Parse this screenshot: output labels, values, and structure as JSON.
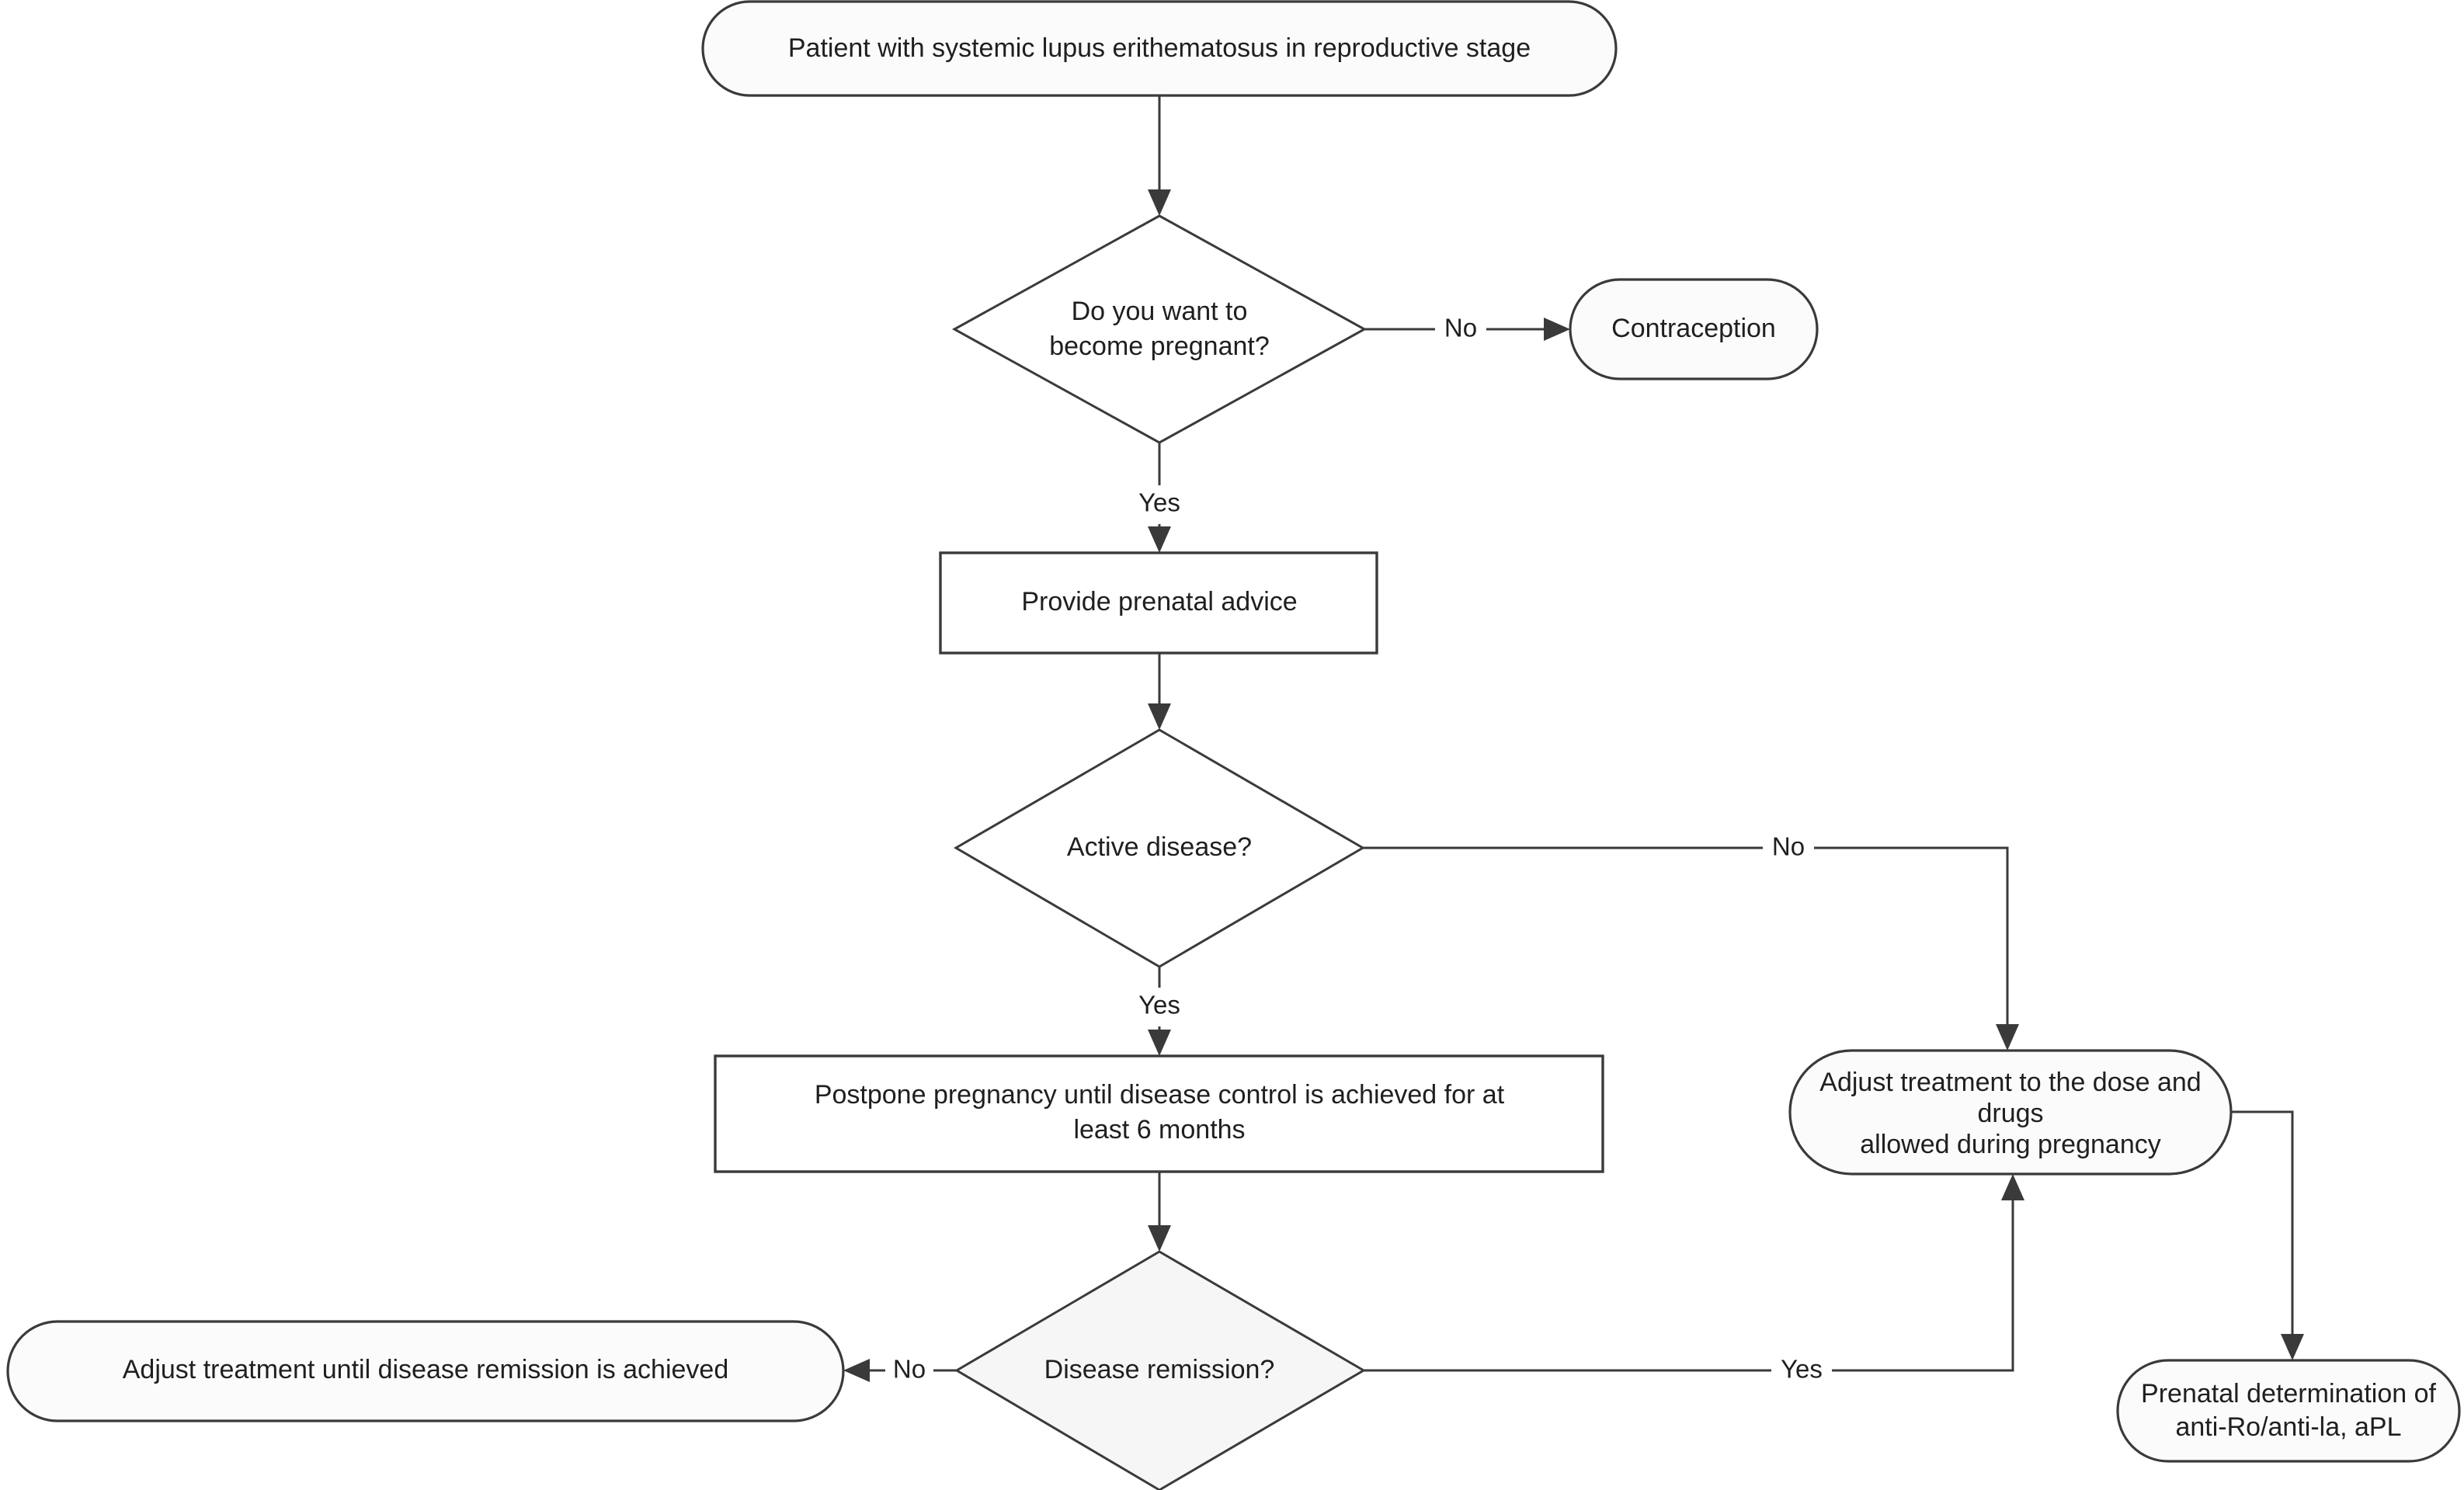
{
  "diagram": {
    "type": "flowchart",
    "orientation": "top-down",
    "background_color": "#ffffff",
    "stroke_color": "#3a3a3a",
    "text_color": "#1f1f1f",
    "nodes": [
      {
        "id": "start",
        "shape": "stadium",
        "label": "Patient with systemic lupus erithematosus in reproductive stage",
        "lines": [
          "Patient with systemic lupus erithematosus in reproductive stage"
        ],
        "fill": "#fbfbfb"
      },
      {
        "id": "want_pregnant",
        "shape": "diamond",
        "label": "Do you want to become pregnant?",
        "lines": [
          "Do you want to",
          "become pregnant?"
        ],
        "fill": "#ffffff"
      },
      {
        "id": "contraception",
        "shape": "stadium",
        "label": "Contraception",
        "lines": [
          "Contraception"
        ],
        "fill": "#fbfbfb"
      },
      {
        "id": "prenatal_advice",
        "shape": "rectangle",
        "label": "Provide prenatal advice",
        "lines": [
          "Provide prenatal advice"
        ],
        "fill": "#ffffff"
      },
      {
        "id": "active_disease",
        "shape": "diamond",
        "label": "Active disease?",
        "lines": [
          "Active disease?"
        ],
        "fill": "#ffffff"
      },
      {
        "id": "postpone",
        "shape": "rectangle",
        "label": "Postpone pregnancy until disease control is achieved for at least 6 months",
        "lines": [
          "Postpone pregnancy until disease control is achieved for at",
          "least 6 months"
        ],
        "fill": "#ffffff"
      },
      {
        "id": "adjust_dose",
        "shape": "stadium",
        "label": "Adjust treatment to the dose and drugs allowed during pregnancy",
        "lines": [
          "Adjust treatment to the dose and",
          "drugs",
          "allowed during pregnancy"
        ],
        "fill": "#fbfbfb"
      },
      {
        "id": "remission",
        "shape": "diamond",
        "label": "Disease remission?",
        "lines": [
          "Disease remission?"
        ],
        "fill": "#f6f6f6"
      },
      {
        "id": "adjust_until_remission",
        "shape": "stadium",
        "label": "Adjust treatment until disease remission is achieved",
        "lines": [
          "Adjust treatment until disease remission is achieved"
        ],
        "fill": "#fbfbfb"
      },
      {
        "id": "prenatal_determination",
        "shape": "stadium",
        "label": "Prenatal determination of anti-Ro/anti-la, aPL",
        "lines": [
          "Prenatal determination of",
          "anti-Ro/anti-la, aPL"
        ],
        "fill": "#fbfbfb"
      }
    ],
    "edges": [
      {
        "id": "e1",
        "from": "start",
        "to": "want_pregnant",
        "label": ""
      },
      {
        "id": "e2",
        "from": "want_pregnant",
        "to": "contraception",
        "label": "No"
      },
      {
        "id": "e3",
        "from": "want_pregnant",
        "to": "prenatal_advice",
        "label": "Yes"
      },
      {
        "id": "e4",
        "from": "prenatal_advice",
        "to": "active_disease",
        "label": ""
      },
      {
        "id": "e5",
        "from": "active_disease",
        "to": "adjust_dose",
        "label": "No"
      },
      {
        "id": "e6",
        "from": "active_disease",
        "to": "postpone",
        "label": "Yes"
      },
      {
        "id": "e7",
        "from": "postpone",
        "to": "remission",
        "label": ""
      },
      {
        "id": "e8",
        "from": "remission",
        "to": "adjust_until_remission",
        "label": "No"
      },
      {
        "id": "e9",
        "from": "remission",
        "to": "adjust_dose",
        "label": "Yes"
      },
      {
        "id": "e10",
        "from": "adjust_dose",
        "to": "prenatal_determination",
        "label": ""
      }
    ]
  }
}
